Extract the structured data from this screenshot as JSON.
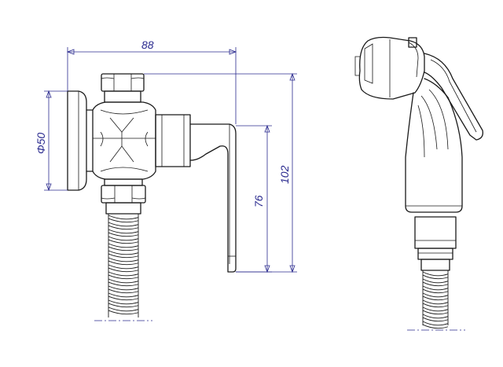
{
  "drawing": {
    "dimensions": {
      "width_88": "88",
      "diameter_50": "Φ50",
      "height_76": "76",
      "height_102": "102"
    },
    "colors": {
      "line": "#1a1a1a",
      "dimension": "#2b2b8f",
      "background": "#ffffff"
    }
  }
}
